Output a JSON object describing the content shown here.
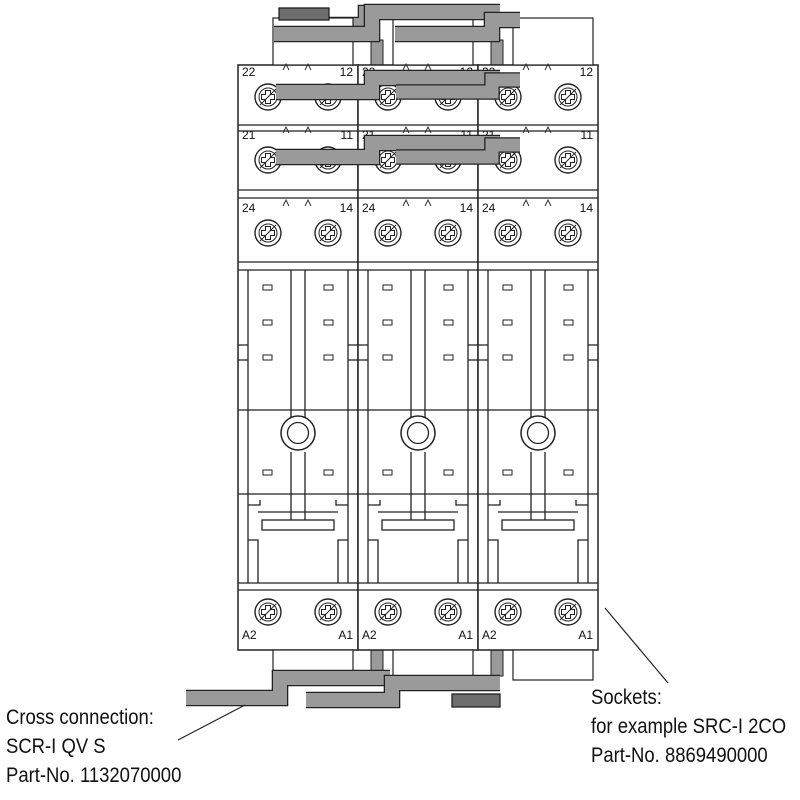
{
  "terminal_labels": {
    "row_22_12": [
      "22",
      "12"
    ],
    "row_21_11": [
      "21",
      "11"
    ],
    "row_24_14": [
      "24",
      "14"
    ],
    "row_a2_a1": [
      "A2",
      "A1"
    ]
  },
  "callouts": {
    "cross_connection": {
      "line1": "Cross connection:",
      "line2": "SCR-I QV S",
      "line3": "Part-No. 1132070000"
    },
    "sockets": {
      "line1": "Sockets:",
      "line2": "for example SRC-I 2CO",
      "line3": "Part-No. 8869490000"
    }
  },
  "colors": {
    "outline": "#222222",
    "bridge_fill": "#9a9a9a",
    "bridge_dark": "#6e6e6e",
    "module_fill": "#ffffff"
  },
  "counts": {
    "sockets": 3
  }
}
